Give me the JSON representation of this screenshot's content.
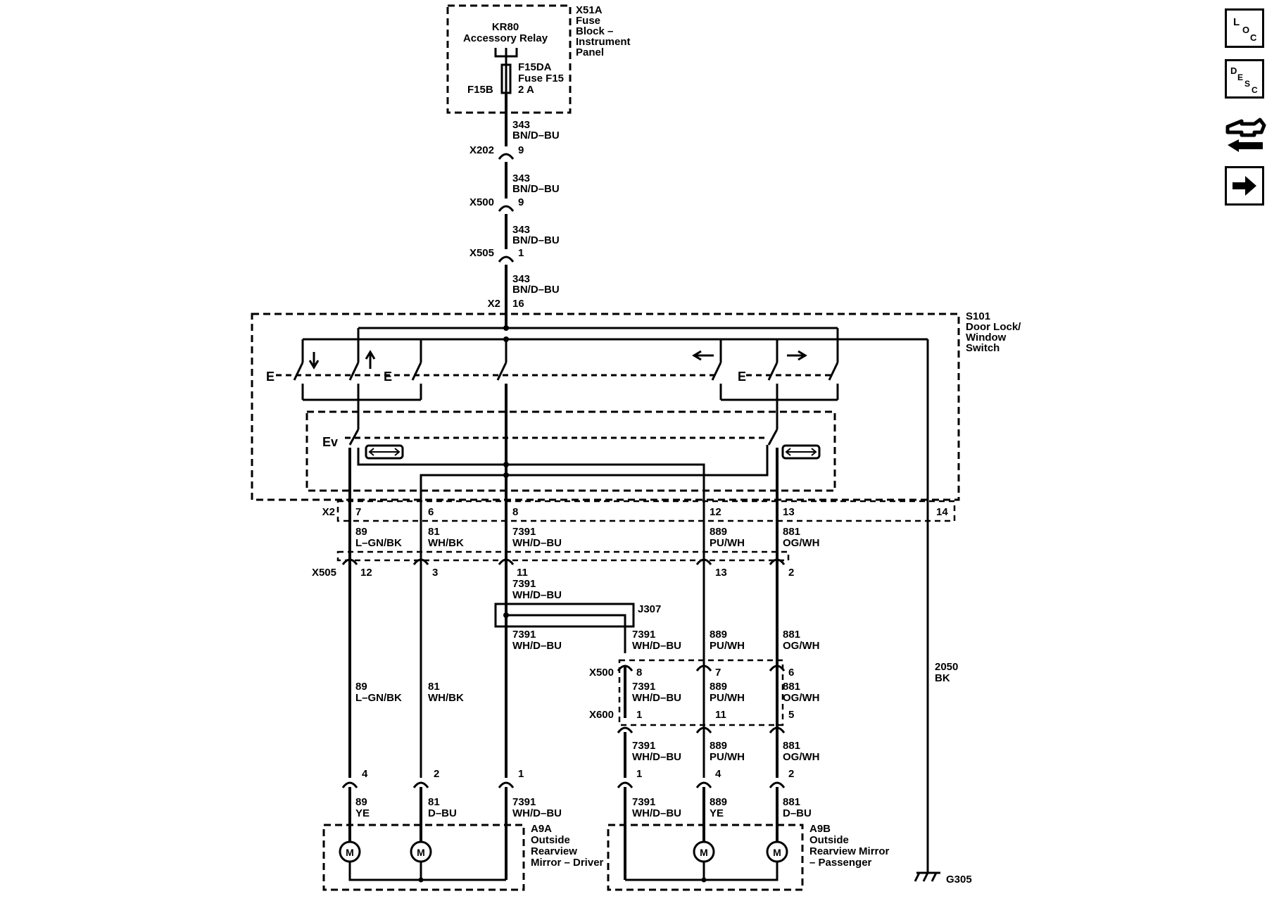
{
  "side_toolbar": {
    "loc_text": [
      "L",
      "O",
      "C"
    ],
    "desc_text": [
      "D",
      "E",
      "S",
      "C"
    ],
    "schematic_icon": "connector-hand-icon",
    "next_icon": "arrow-right-icon"
  },
  "fuse_block": {
    "name_lines": [
      "X51A",
      "Fuse",
      "Block –",
      "Instrument",
      "Panel"
    ],
    "relay_lines": [
      "KR80",
      "Accessory Relay"
    ],
    "fuse_lines": [
      "F15DA",
      "Fuse F15",
      "2 A"
    ],
    "fuse_b": "F15B"
  },
  "feed_wire": {
    "circuit": "343",
    "color": "BN/D–BU"
  },
  "feed_connectors": [
    {
      "name": "X202",
      "pin": "9"
    },
    {
      "name": "X500",
      "pin": "9"
    },
    {
      "name": "X505",
      "pin": "1"
    }
  ],
  "switch": {
    "name_lines": [
      "S101",
      "Door Lock/",
      "Window",
      "Switch"
    ],
    "input_connector": "X2",
    "input_pin": "16",
    "output_connector": "X2",
    "ground_pin": "14",
    "e_labels": [
      "E",
      "E",
      "E",
      "E"
    ],
    "ev_label": "Ev"
  },
  "columns": [
    {
      "pin": "7",
      "circuit": "89",
      "color": "L–GN/BK"
    },
    {
      "pin": "6",
      "circuit": "81",
      "color": "WH/BK"
    },
    {
      "pin": "8",
      "circuit": "7391",
      "color": "WH/D–BU"
    },
    {
      "pin": "12",
      "circuit": "889",
      "color": "PU/WH"
    },
    {
      "pin": "13",
      "circuit": "881",
      "color": "OG/WH"
    }
  ],
  "x505": {
    "name": "X505",
    "pins": [
      "12",
      "3",
      "11",
      "13",
      "2"
    ]
  },
  "splice": {
    "name": "J307",
    "circuit": "7391",
    "color": "WH/D–BU"
  },
  "x500": {
    "name": "X500",
    "pins": [
      "8",
      "7",
      "6"
    ]
  },
  "x600": {
    "name": "X600",
    "pins": [
      "1",
      "11",
      "5"
    ]
  },
  "passenger_wires": [
    {
      "circuit": "7391",
      "color": "WH/D–BU"
    },
    {
      "circuit": "889",
      "color": "PU/WH"
    },
    {
      "circuit": "881",
      "color": "OG/WH"
    }
  ],
  "mirror_driver": {
    "name_lines": [
      "A9A",
      "Outside",
      "Rearview",
      "Mirror – Driver"
    ],
    "pins": [
      "4",
      "2",
      "1"
    ],
    "wires": [
      {
        "circuit": "89",
        "color": "YE"
      },
      {
        "circuit": "81",
        "color": "D–BU"
      },
      {
        "circuit": "7391",
        "color": "WH/D–BU"
      }
    ]
  },
  "mirror_passenger": {
    "name_lines": [
      "A9B",
      "Outside",
      "Rearview Mirror",
      "– Passenger"
    ],
    "pins": [
      "1",
      "4",
      "2"
    ],
    "wires": [
      {
        "circuit": "7391",
        "color": "WH/D–BU"
      },
      {
        "circuit": "889",
        "color": "YE"
      },
      {
        "circuit": "881",
        "color": "D–BU"
      }
    ]
  },
  "motor_label": "M",
  "ground_wire": {
    "circuit": "2050",
    "color": "BK"
  },
  "ground": {
    "name": "G305"
  }
}
